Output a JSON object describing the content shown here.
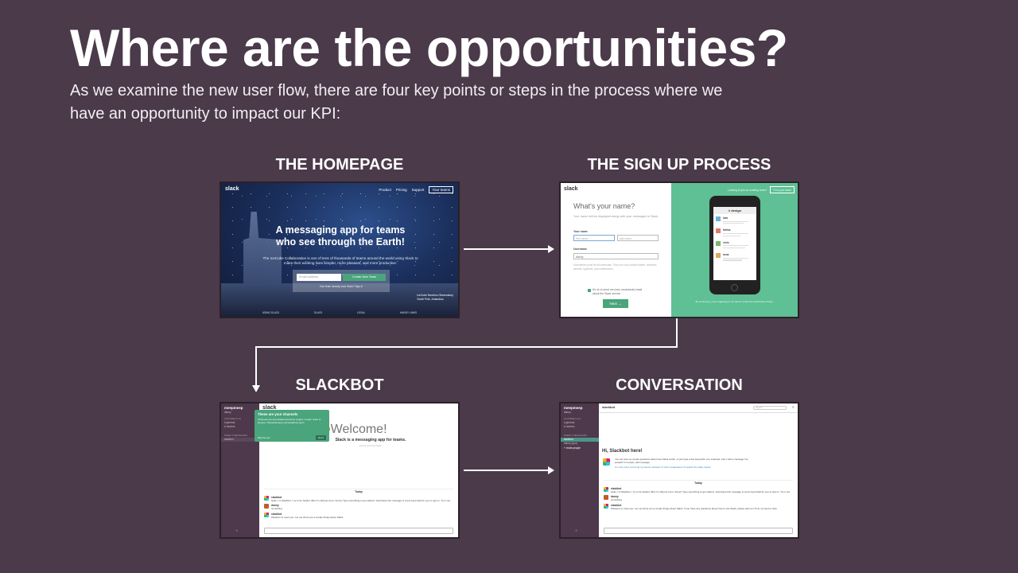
{
  "slide": {
    "title": "Where are the opportunities?",
    "subtitle": "As we examine the new user flow, there are four key points or steps in the process where we have an opportunity to impact our KPI:"
  },
  "steps": [
    {
      "label": "THE HOMEPAGE",
      "screen": {
        "logo": "slack",
        "nav": [
          "Product",
          "Pricing",
          "Support",
          "Your teams"
        ],
        "headline": "A messaging app for teams who see through the Earth!",
        "body": "The IceCube Collaboration is one of tens of thousands of teams around the world using Slack to make their working lives simpler, more pleasant, and more productive.",
        "email_placeholder": "Email address",
        "cta": "Create New Team",
        "small": "Your team already uses Slack? Sign in",
        "caption": "IceCube Neutrino Observatory\nSouth Pole, Antarctica",
        "footer": [
          "USING SLACK",
          "SLACK",
          "LEGAL",
          "HANDY LINKS"
        ]
      }
    },
    {
      "label": "THE SIGN UP PROCESS",
      "screen": {
        "logo": "slack",
        "question": "What's your name?",
        "hint": "Your name will be displayed along with your messages in Slack.",
        "name_label": "Your name",
        "first_placeholder": "first name",
        "last_placeholder": "last name",
        "username_label": "Username",
        "username_value": "danny",
        "note": "Usernames must be all lowercase. They can only contain letters, numbers, periods, hyphens, and underscores.",
        "checkbox": "It's ok to send me (very occasional) email about the Slack service.",
        "next": "Next →",
        "top_text": "Looking to join an existing team?",
        "top_button": "Find your team",
        "channel": "# design",
        "people": [
          "kate",
          "fatima",
          "chris",
          "anna"
        ],
        "footer": "By continuing, you're agreeing to our Terms of Service and Privacy Policy."
      }
    },
    {
      "label": "SLACKBOT",
      "screen": {
        "team": "meepmeep",
        "user": "danny",
        "sections": [
          "CHANNELS (2)",
          "DIRECT MESSAGES"
        ],
        "channels": [
          "# general",
          "# random"
        ],
        "dms": [
          "slackbot"
        ],
        "tip_title": "These are your channels",
        "tip_body": "Channels are team-based around a project, a topic, team or anyone. Channels keep conversations open.",
        "tip_skip": "Skip the tour",
        "tip_ok": "Got it",
        "logo": "slack",
        "welcome": "Welcome!",
        "tagline": "Slack is a messaging app for teams.",
        "tagsub": "Get the most from Slack.",
        "day": "Today",
        "messages": [
          {
            "name": "slackbot",
            "text": "Hello, I'm Slackbot. I try to be helpful. (But I'm still just a bot. Sorry!) Type something to get started. Just below this message is a text input field for you to type in. Try it out."
          },
          {
            "name": "danny",
            "text": "something"
          },
          {
            "name": "slackbot",
            "text": "Pleasure to meet you. Let me show you a couple things about Slack."
          }
        ]
      }
    },
    {
      "label": "CONVERSATION",
      "screen": {
        "team": "meepmeep",
        "user": "danny",
        "sections": [
          "CHANNELS (2)",
          "DIRECT MESSAGES"
        ],
        "channels": [
          "# general",
          "# random"
        ],
        "dms": [
          "slackbot",
          "danny (you)"
        ],
        "invite": "+ Invite people",
        "channel": "slackbot",
        "search": "Search",
        "hello": "Hi, Slackbot here!",
        "intro": "You can ask me simple questions about how Slack works, or just type a few keywords. For example: Can I edit a message I've posted? Or simply: edit message.",
        "intro2": "I'm only a bot, but I'll do my best to answer! If I don't understand, I'll search the Help Center.",
        "day": "Today",
        "messages": [
          {
            "name": "slackbot",
            "text": "Hello, I'm Slackbot. I try to be helpful. (But I'm still just a bot. Sorry!) Type something to get started. Just below this message is a text input field for you to type in. Try it out."
          },
          {
            "name": "danny",
            "text": "something"
          },
          {
            "name": "slackbot",
            "text": "Pleasure to meet you. Let me show you a couple things about Slack. If you have any questions about how to use Slack, please ask me! I'll do my best to help."
          }
        ]
      }
    }
  ],
  "colors": {
    "background": "#4a3a4a",
    "slack_purple": "#4d394b",
    "slack_green": "#4aa57c",
    "signup_green": "#5fbf95"
  }
}
